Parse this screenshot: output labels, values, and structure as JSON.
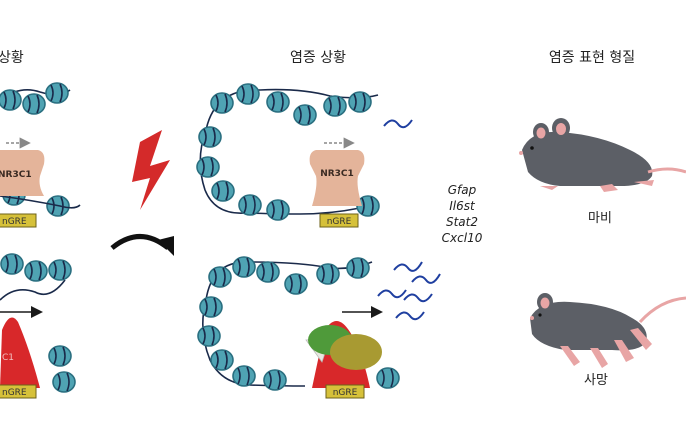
{
  "headers": {
    "left_partial": "상황",
    "middle": "염증 상황",
    "right": "염증 표현 형질"
  },
  "protein_labels": {
    "receptor_left": "NR3C1",
    "receptor_mid": "NR3C1",
    "red_left_partial": "C1"
  },
  "element_labels": {
    "ngre_top_left": "nGRE",
    "ngre_top_mid": "nGRE",
    "ngre_bottom_left": "nGRE",
    "ngre_bottom_mid": "nGRE"
  },
  "genes": [
    "Gfap",
    "Il6st",
    "Stat2",
    "Cxcl10"
  ],
  "phenotypes": {
    "paralysis": "마비",
    "death": "사망"
  },
  "colors": {
    "nucleosome": "#4fa3b3",
    "nucleosome_edge": "#2a6f80",
    "dna_line": "#1a2a4a",
    "receptor": "#e4b49a",
    "red_protein": "#d8282a",
    "ngre_box": "#d6c13a",
    "lightning": "#d42a2a",
    "mrna": "#1f3fa0",
    "mouse_body": "#5c5f66",
    "mouse_pink": "#e8a5a5",
    "green_protein": "#4f9a3a",
    "olive_protein": "#a89a32"
  },
  "icons": {
    "stress_signal": "lightning-icon",
    "transition": "curved-arrow-icon"
  }
}
